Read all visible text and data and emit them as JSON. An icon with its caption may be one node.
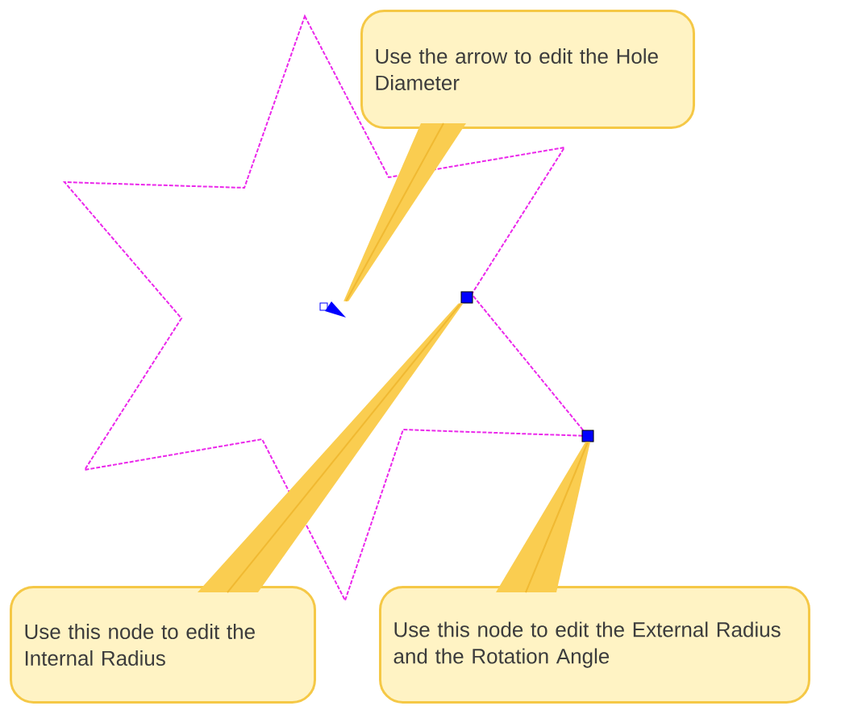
{
  "diagram": {
    "nodes": [
      {
        "text": [
          "Use the arrow to edit the Hole Diameter"
        ]
      },
      {
        "text": [
          "Use this node to edit the Internal Radius"
        ]
      },
      {
        "text": [
          "Use this node to edit the External Radius and the Rotation Angle"
        ]
      },
      {
        "text": [],
        "shape": "triangle"
      },
      {
        "text": [],
        "shape": "box"
      },
      {
        "text": [],
        "shape": "box"
      }
    ],
    "edges": [
      {
        "from": 0,
        "to": 3,
        "arrow": "none"
      },
      {
        "from": 1,
        "to": 4,
        "arrow": "none"
      },
      {
        "from": 2,
        "to": 5,
        "arrow": "none"
      }
    ]
  }
}
